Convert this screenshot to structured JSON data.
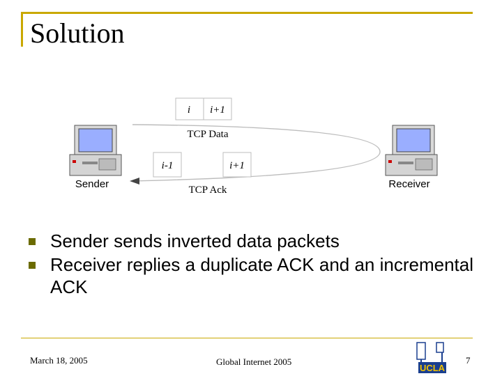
{
  "slide": {
    "title": "Solution"
  },
  "diagram": {
    "sender_label": "Sender",
    "receiver_label": "Receiver",
    "data_label": "TCP Data",
    "ack_label": "TCP Ack",
    "data_packets": [
      "i",
      "i+1"
    ],
    "ack_packets": [
      "i-1",
      "i+1"
    ]
  },
  "bullets": [
    "Sender sends inverted data packets",
    "Receiver replies a duplicate ACK and an incremental ACK"
  ],
  "footer": {
    "date": "March 18, 2005",
    "center": "Global Internet 2005",
    "page": "7",
    "logo_text": "UCLA"
  },
  "colors": {
    "accent": "#c9a800",
    "bullet": "#6b6b00",
    "screen": "#9aaeff"
  }
}
